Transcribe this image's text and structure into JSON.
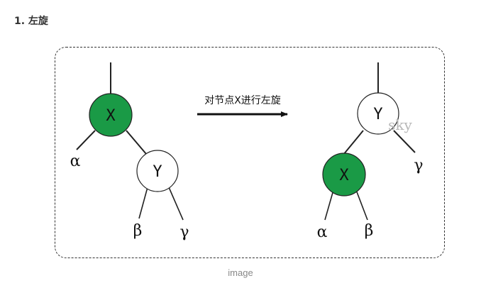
{
  "heading": "1. 左旋",
  "caption": "image",
  "diagram": {
    "operation_label": "对节点X进行左旋",
    "watermark": "sky",
    "colors": {
      "node_green": "#1a9a46",
      "node_white": "#ffffff",
      "stroke": "#222222",
      "frame": "#333333"
    },
    "before": {
      "root": {
        "label": "X",
        "fill": "green"
      },
      "right_child": {
        "label": "Y",
        "fill": "white"
      },
      "subtrees": [
        "α",
        "β",
        "γ"
      ]
    },
    "after": {
      "root": {
        "label": "Y",
        "fill": "white"
      },
      "left_child": {
        "label": "X",
        "fill": "green"
      },
      "subtrees": [
        "α",
        "β",
        "γ"
      ]
    }
  }
}
